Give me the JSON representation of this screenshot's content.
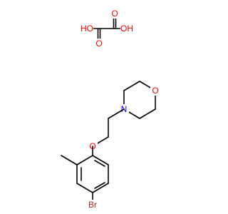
{
  "colors": {
    "bond": "#000000",
    "oxygen": "#ff0000",
    "nitrogen": "#0000ff",
    "bromine": "#a52a2a"
  },
  "oxalic_acid": {
    "ho_left": "HO",
    "oh_right": "OH",
    "o_top": "O",
    "o_bottom": "O"
  },
  "morpholine": {
    "o_ring": "O",
    "n_ring": "N"
  },
  "linker": {
    "o_ether": "O"
  },
  "aryl": {
    "br": "Br"
  }
}
